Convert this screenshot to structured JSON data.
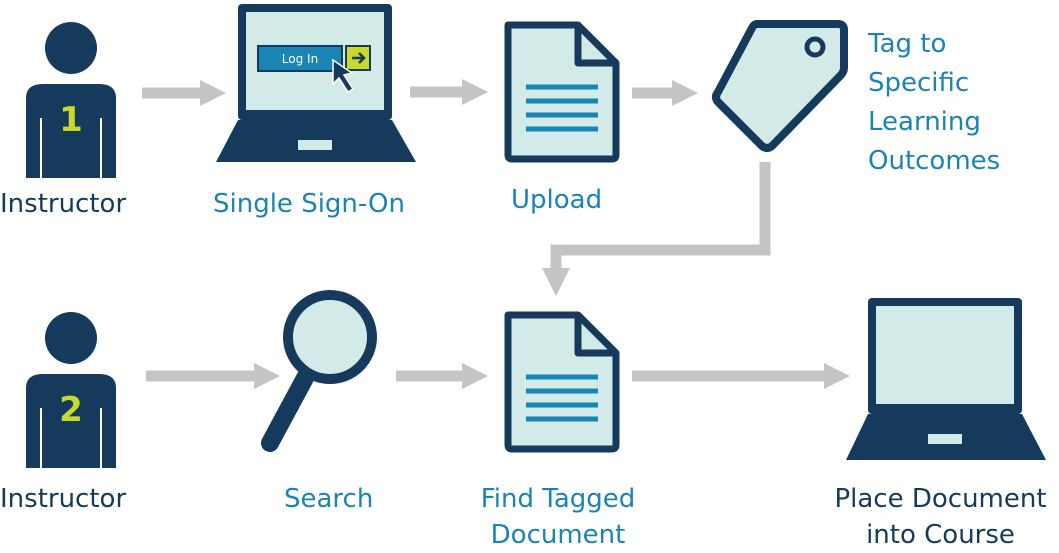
{
  "colors": {
    "navy": "#163a5c",
    "accent_blue": "#1a84b5",
    "light_fill": "#d3ebe8",
    "lime": "#c8d92b",
    "arrow_gray": "#c4c4c4"
  },
  "row1": {
    "person_number": "1",
    "person_label": "Instructor",
    "login_button_label": "Log In",
    "sign_on_label": "Single Sign-On",
    "upload_label": "Upload",
    "tag_label_lines": [
      "Tag to",
      "Specific",
      "Learning",
      "Outcomes"
    ]
  },
  "row2": {
    "person_number": "2",
    "person_label": "Instructor",
    "search_label": "Search",
    "find_label_lines": [
      "Find Tagged",
      "Document"
    ],
    "place_label_lines": [
      "Place Document",
      "into Course"
    ]
  },
  "icons": {
    "person": "person-icon",
    "laptop": "laptop-icon",
    "document": "document-icon",
    "tag": "tag-icon",
    "magnifier": "magnifier-icon",
    "arrow": "arrow-icon",
    "cursor": "cursor-icon"
  }
}
